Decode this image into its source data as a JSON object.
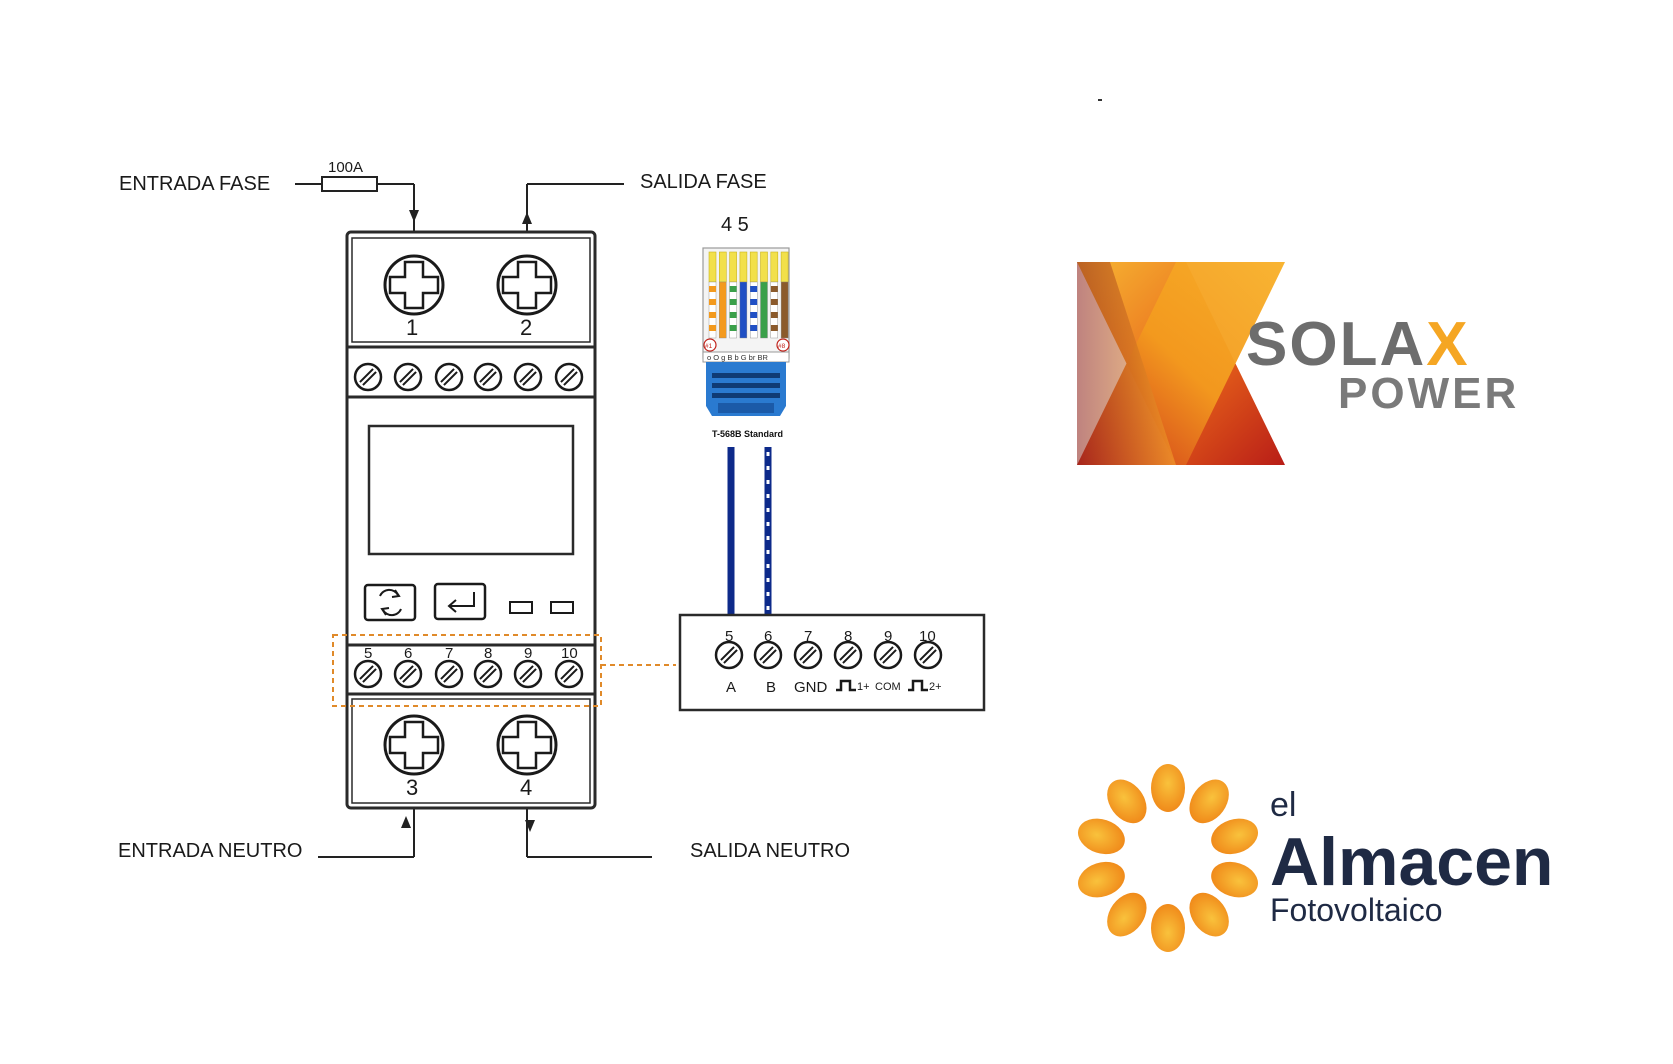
{
  "labels": {
    "fuse": "100A",
    "entrada_fase": "ENTRADA FASE",
    "salida_fase": "SALIDA FASE",
    "entrada_neutro": "ENTRADA NEUTRO",
    "salida_neutro": "SALIDA NEUTRO",
    "rj45_pins": "4 5",
    "rj45_standard": "T-568B Standard",
    "rj45_pin_first": "#1",
    "rj45_pin_last": "#8",
    "rj45_wire_codes": [
      "o",
      "O",
      "g",
      "B",
      "b",
      "G",
      "br",
      "BR"
    ]
  },
  "meter": {
    "top_terminals": [
      "1",
      "2"
    ],
    "bottom_terminals": [
      "3",
      "4"
    ],
    "comm_terminals": [
      "5",
      "6",
      "7",
      "8",
      "9",
      "10"
    ]
  },
  "terminal_block": {
    "numbers": [
      "5",
      "6",
      "7",
      "8",
      "9",
      "10"
    ],
    "signals": [
      "A",
      "B",
      "GND",
      "1+",
      "COM",
      "2+"
    ]
  },
  "logos": {
    "solax_word": "SOLAX",
    "solax_sub": "POWER",
    "almacen_el": "el",
    "almacen_name": "Almacen",
    "almacen_sub": "Fotovoltaico",
    "colors": {
      "solax_gray": "#6d6d6d",
      "solax_orange": "#f5a623",
      "solax_red": "#c0221a",
      "almacen_navy": "#1f2a44",
      "almacen_orange": "#f39a1e",
      "cable_blue": "#0d2a8a",
      "dashed_orange": "#e08a2a"
    }
  }
}
